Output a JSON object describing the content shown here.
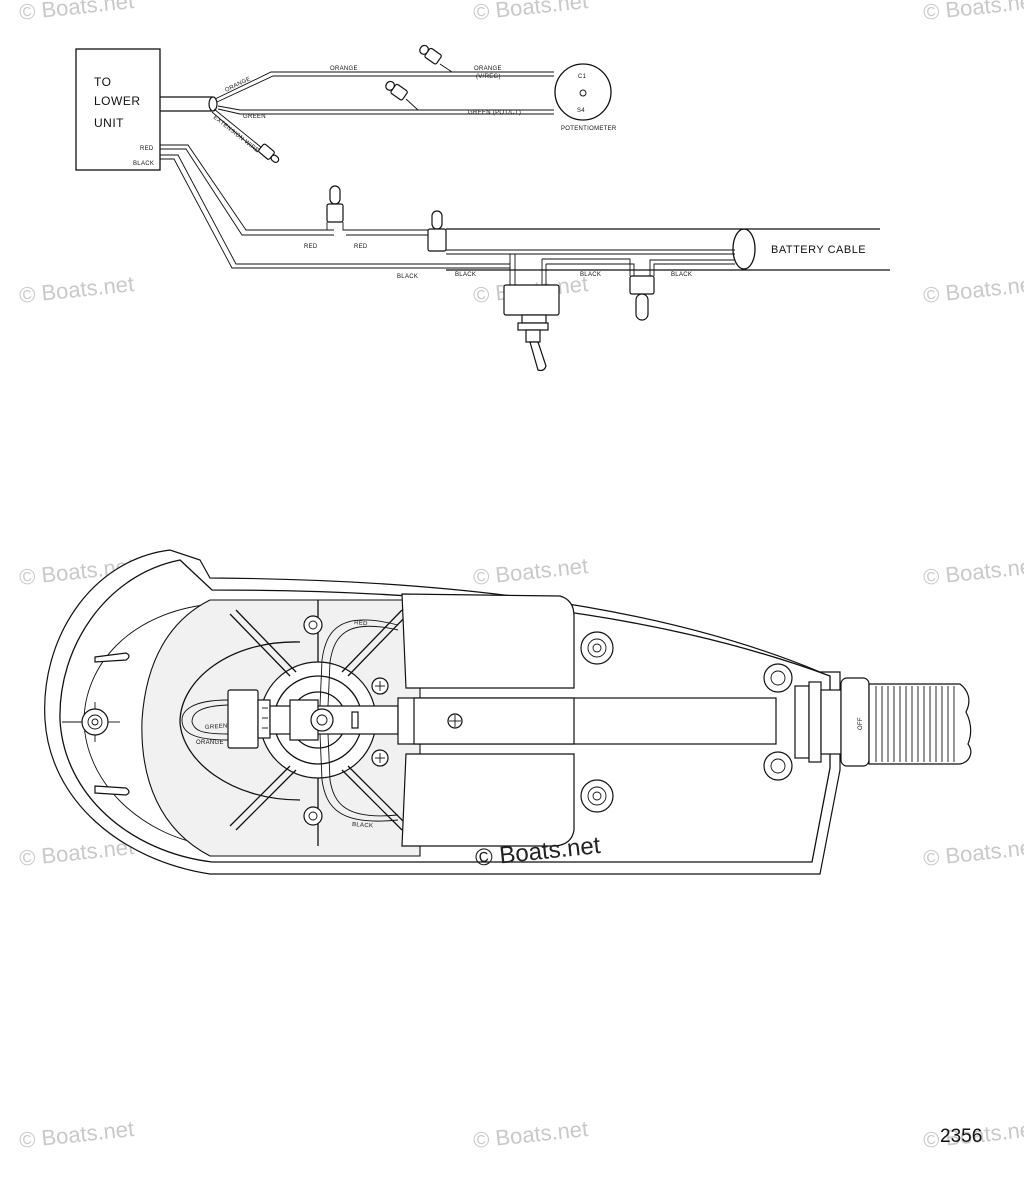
{
  "watermark": {
    "text": "© Boats.net"
  },
  "wiring": {
    "box_lines": [
      "TO",
      "LOWER",
      "UNIT"
    ],
    "red": "RED",
    "black": "BLACK",
    "orange": "ORANGE",
    "green": "GREEN",
    "orange_vreg_1": "ORANGE",
    "orange_vreg_2": "(V/REG)",
    "green_pot": "GREEN (POT/CT)",
    "extension_wire": "EXTENSION WIRE",
    "potentiometer": "POTENTIOMETER",
    "pot_c1": "C1",
    "pot_s4": "S4",
    "battery_cable": "BATTERY CABLE"
  },
  "head": {
    "red": "RED",
    "black": "BLACK",
    "green": "GREEN",
    "orange": "ORANGE",
    "off": "OFF"
  },
  "figure_number": "2356"
}
